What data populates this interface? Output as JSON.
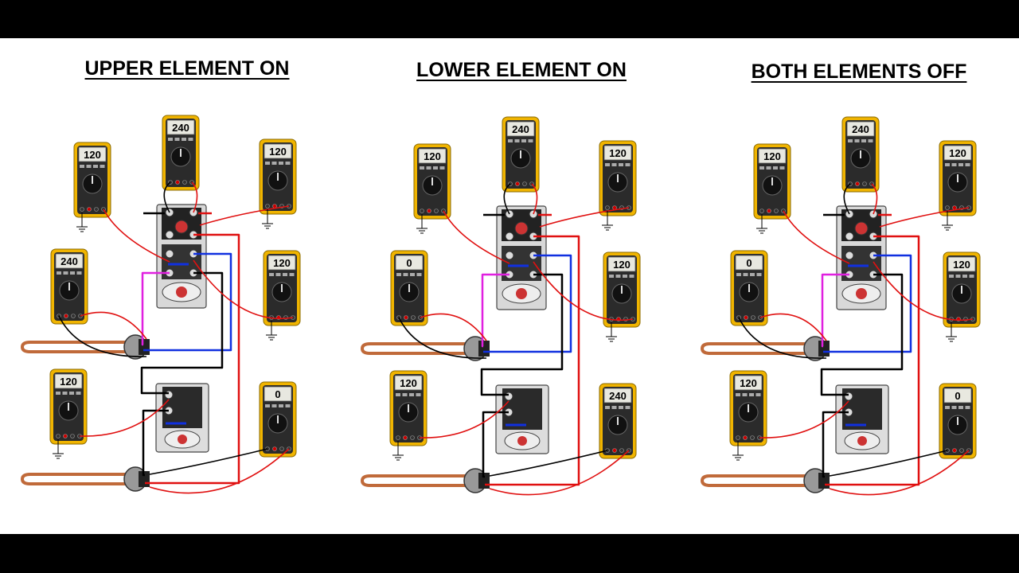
{
  "panels": [
    {
      "title": "UPPER ELEMENT ON",
      "meters": {
        "top": "240",
        "left_upper": "120",
        "right_upper": "120",
        "left_mid": "240",
        "right_mid": "120",
        "left_lower": "120",
        "right_lower": "0"
      }
    },
    {
      "title": "LOWER ELEMENT ON",
      "meters": {
        "top": "240",
        "left_upper": "120",
        "right_upper": "120",
        "left_mid": "0",
        "right_mid": "120",
        "left_lower": "120",
        "right_lower": "240"
      }
    },
    {
      "title": "BOTH ELEMENTS OFF",
      "meters": {
        "top": "240",
        "left_upper": "120",
        "right_upper": "120",
        "left_mid": "0",
        "right_mid": "120",
        "left_lower": "120",
        "right_lower": "0"
      }
    }
  ],
  "colors": {
    "meter_body": "#f0b400",
    "meter_face": "#2b2b2b",
    "wire_red": "#e01010",
    "wire_black": "#000000",
    "wire_blue": "#1030e0",
    "wire_magenta": "#e020e0",
    "element_copper": "#c06a3a"
  }
}
